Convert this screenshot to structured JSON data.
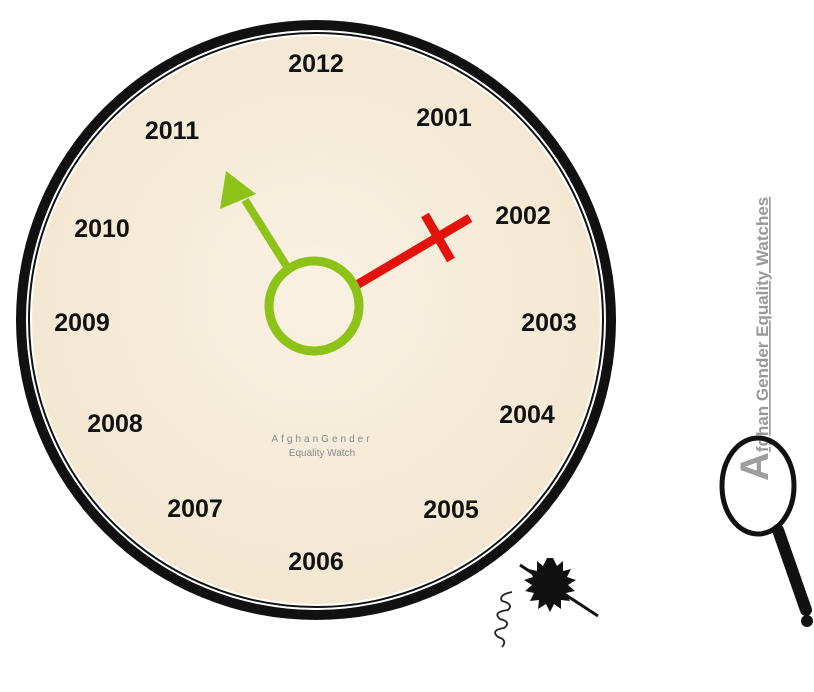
{
  "clock": {
    "years": {
      "y2012": "2012",
      "y2001": "2001",
      "y2002": "2002",
      "y2003": "2003",
      "y2004": "2004",
      "y2005": "2005",
      "y2006": "2006",
      "y2007": "2007",
      "y2008": "2008",
      "y2009": "2009",
      "y2010": "2010",
      "y2011": "2011"
    },
    "brand_line1": "AfghanGender",
    "brand_line2": "Equality Watch",
    "face_color": "#f6eddb",
    "female_hand_color": "#e3120b",
    "male_hand_color": "#8cc316",
    "female_hand_points_to": "2002",
    "male_hand_points_to": "2011"
  },
  "side_title": {
    "initial": "A",
    "rest": "fghan Gender Equality Watches"
  },
  "icons": {
    "clock_hands": "gender-symbol-icon",
    "clockwork": "spring-gear-icon",
    "magnifier": "magnifying-glass-icon"
  }
}
